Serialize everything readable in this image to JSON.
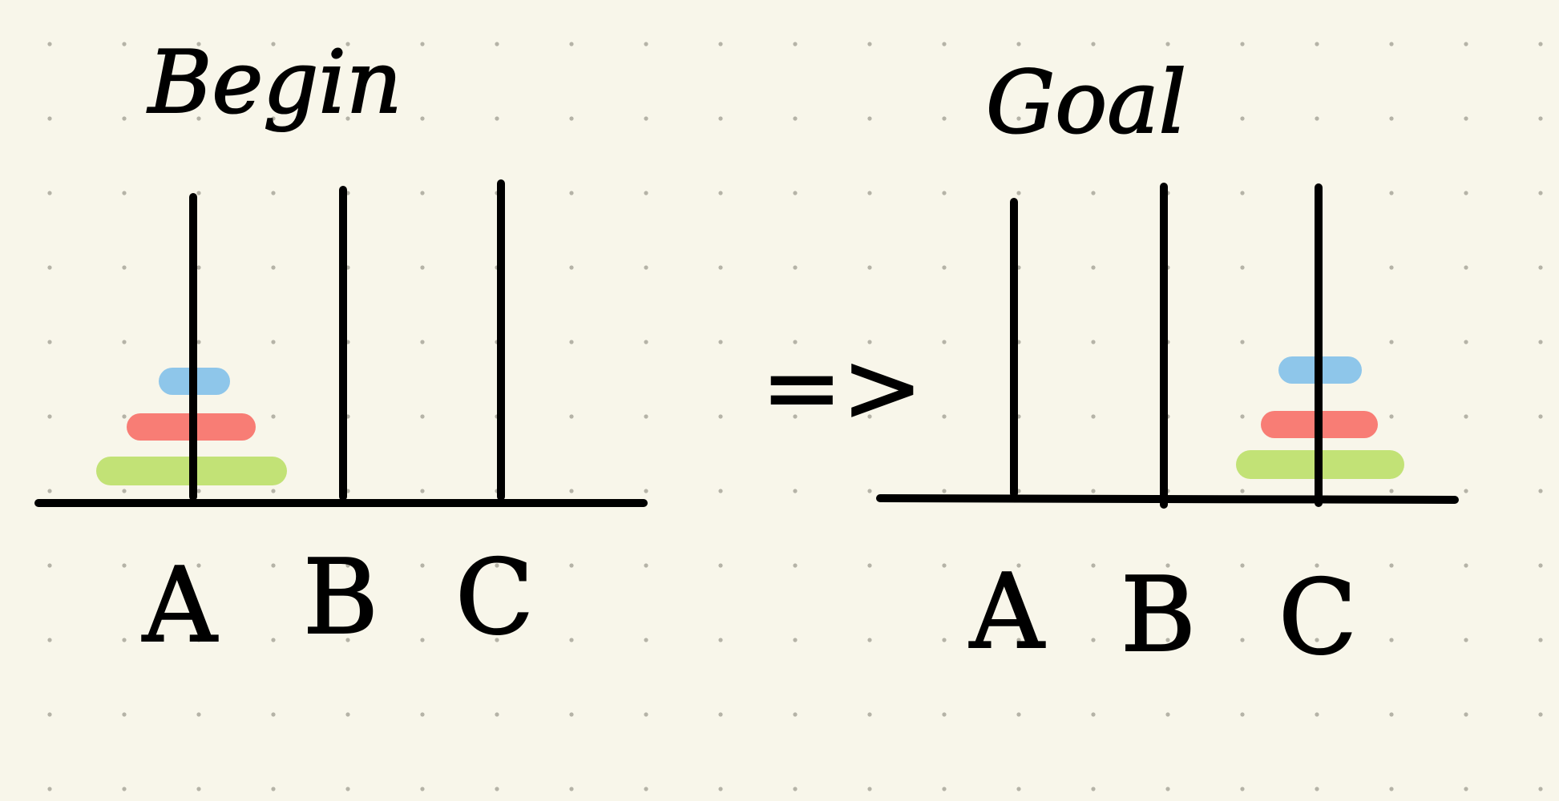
{
  "colors": {
    "background": "#f8f6ea",
    "ink": "#000000",
    "grid_dot": "#b5b3a7",
    "disk_small": "#8ec6ea",
    "disk_medium": "#f87d75",
    "disk_large": "#c2e276"
  },
  "begin": {
    "title": "Begin",
    "pegs": [
      {
        "label": "A",
        "disks": [
          "large",
          "medium",
          "small"
        ]
      },
      {
        "label": "B",
        "disks": []
      },
      {
        "label": "C",
        "disks": []
      }
    ]
  },
  "arrow": "=>",
  "goal": {
    "title": "Goal",
    "pegs": [
      {
        "label": "A",
        "disks": []
      },
      {
        "label": "B",
        "disks": []
      },
      {
        "label": "C",
        "disks": [
          "large",
          "medium",
          "small"
        ]
      }
    ]
  }
}
